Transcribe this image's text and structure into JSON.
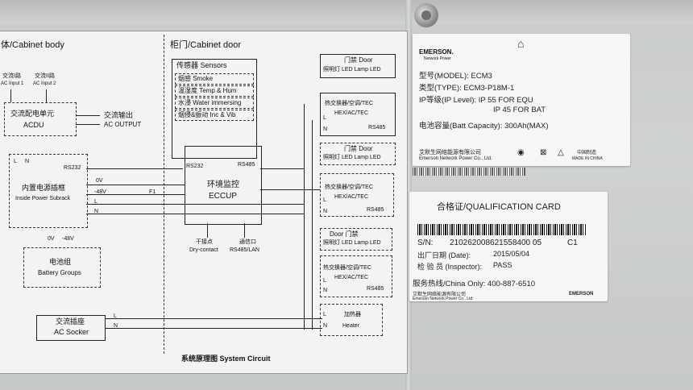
{
  "diagram": {
    "cabinet_body_title": "体/Cabinet body",
    "cabinet_door_title": "柜门/Cabinet door",
    "ac_input_1": "交流I路",
    "ac_input_1_en": "AC Input 1",
    "ac_input_2": "交流II路",
    "ac_input_2_en": "AC Input 2",
    "acdu_cn": "交流配电单元",
    "acdu_en": "ACDU",
    "ac_output_cn": "交流输出",
    "ac_output_en": "AC OUTPUT",
    "rs232": "RS232",
    "power_subrack_cn": "内置电源插框",
    "power_subrack_en": "Inside Power Subrack",
    "v0": "0V",
    "v48": "-48V",
    "f1": "F1",
    "l": "L",
    "n": "N",
    "battery_v0": "0V",
    "battery_v48": "-48V",
    "battery_cn": "电池组",
    "battery_en": "Battery Groups",
    "ac_socket_cn": "交流插座",
    "ac_socket_en": "AC Socker",
    "sensors_title": "传感器  Sensors",
    "sensors": [
      "烟感  Smoke",
      "温湿度  Temp & Hum",
      "水浸  Water immersing",
      "烟侵&振动  Inc & Vib"
    ],
    "eccup_rs232": "RS232",
    "eccup_rs485": "RS485",
    "eccup_cn": "环境监控",
    "eccup_en": "ECCUP",
    "dry_contact_cn": "干接点",
    "dry_contact_en": "Dry-contact",
    "comm_port_cn": "通信口",
    "comm_port_en": "RS485/LAN",
    "door1_title": "门禁  Door",
    "door1_led": "照明灯  LED Lamp LED",
    "hex1_cn": "热交换器/空调/TEC",
    "hex1_en": "HEX/AC/TEC",
    "hex1_rs485": "RS485",
    "door2_title": "门禁  Door",
    "door2_led": "照明灯  LED Lamp LED",
    "hex2_cn": "热交换器/空调/TEC",
    "hex2_en": "HEX/AC/TEC",
    "hex2_rs485": "RS485",
    "door3_title": "Door  门禁",
    "door3_led": "照明灯  LED Lamp LED",
    "hex3_cn": "热交换器/空调/TEC",
    "hex3_en": "HEX/AC/TEC",
    "hex3_rs485": "RS485",
    "heater_cn": "加热器",
    "heater_en": "Heater",
    "footer": "系统原理图  System Circuit"
  },
  "nameplate": {
    "brand": "EMERSON.",
    "brand_sub": "Network Power",
    "model": "型号(MODEL):   ECM3",
    "type": "类型(TYPE):  ECM3-P18M-1",
    "ip_level": "IP等级(IP Level):   IP 55  FOR  EQU",
    "ip_bat": "IP 45  FOR  BAT",
    "battery_capacity": "电池容量(Batt Capacity):   300Ah(MAX)",
    "company_cn": "艾默生网络能源有限公司",
    "company_en": "Emerson Network Power Co., Ltd.",
    "made_in_cn": "中国制造",
    "made_in_en": "MADE IN CHINA"
  },
  "qualification": {
    "title": "合格证/QUALIFICATION CARD",
    "sn_label": "S/N:",
    "sn_value": "210262008621558400 05",
    "sn_suffix": "C1",
    "date_label": "出厂日期  (Date):",
    "date_value": "2015/05/04",
    "inspector_label": "检  验  员  (Inspector):",
    "inspector_value": "PASS",
    "hotline": "服务热线/China Only: 400-887-6510",
    "company_cn": "艾默生网络能源有限公司",
    "company_en": "Emerson Network Power Co., Ltd",
    "logo": "EMERSON"
  }
}
